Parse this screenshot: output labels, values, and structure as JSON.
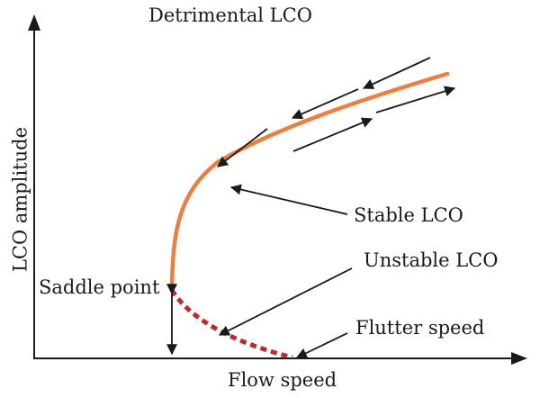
{
  "title": "Detrimental LCO",
  "axes": {
    "xlabel": "Flow speed",
    "ylabel": "LCO amplitude"
  },
  "annotations": {
    "stable": "Stable LCO",
    "unstable": "Unstable LCO",
    "saddle": "Saddle point",
    "flutter": "Flutter speed"
  },
  "colors": {
    "stable_branch": "#f07d3c",
    "unstable_branch": "#c0282e",
    "ink": "#1a1a1a"
  }
}
